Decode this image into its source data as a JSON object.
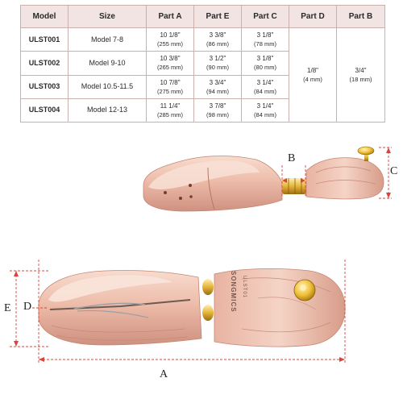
{
  "table": {
    "headers": [
      "Model",
      "Size",
      "Part A",
      "Part E",
      "Part C",
      "Part D",
      "Part B"
    ],
    "rows": [
      {
        "model": "ULST001",
        "size": "Model 7-8",
        "part_a": "10 1/8\"",
        "part_a_mm": "(255 mm)",
        "part_e": "3 3/8\"",
        "part_e_mm": "(86 mm)",
        "part_c": "3 1/8\"",
        "part_c_mm": "(78 mm)"
      },
      {
        "model": "ULST002",
        "size": "Model 9-10",
        "part_a": "10 3/8\"",
        "part_a_mm": "(265 mm)",
        "part_e": "3 1/2\"",
        "part_e_mm": "(90 mm)",
        "part_c": "3 1/8\"",
        "part_c_mm": "(80 mm)"
      },
      {
        "model": "ULST003",
        "size": "Model 10.5-11.5",
        "part_a": "10 7/8\"",
        "part_a_mm": "(275 mm)",
        "part_e": "3 3/4\"",
        "part_e_mm": "(94 mm)",
        "part_c": "3 1/4\"",
        "part_c_mm": "(84 mm)"
      },
      {
        "model": "ULST004",
        "size": "Model 12-13",
        "part_a": "11 1/4\"",
        "part_a_mm": "(285 mm)",
        "part_e": "3 7/8\"",
        "part_e_mm": "(98 mm)",
        "part_c": "3 1/4\"",
        "part_c_mm": "(84 mm)"
      }
    ],
    "part_d": "1/8\"",
    "part_d_mm": "(4 mm)",
    "part_b": "3/4\"",
    "part_b_mm": "(18 mm)"
  },
  "diagram": {
    "labels": {
      "a": "A",
      "b": "B",
      "c": "C",
      "d": "D",
      "e": "E"
    },
    "logo": "SONGMICS",
    "logo_sub": "ULST01"
  },
  "colors": {
    "wood_light": "#f2cfc2",
    "wood": "#e6b0a0",
    "wood_dark": "#c98a78",
    "brass": "#e2b233",
    "dimension_line": "#d9453c"
  }
}
